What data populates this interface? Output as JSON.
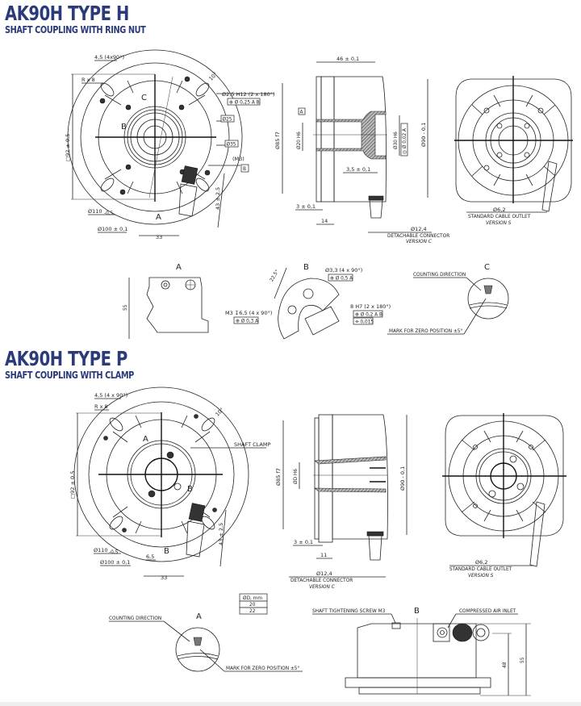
{
  "section_h": {
    "title": "AK90H TYPE H",
    "subtitle": "SHAFT COUPLING WITH RING NUT",
    "front_view": {
      "chamfer": "4,5 (4x90°)",
      "radius": "R x 8",
      "angle": "10°",
      "hole_spec": "Ø2,5 H12 (2 x 180°)",
      "hole_tolerance": "⊕ Ø 0,25 A B",
      "dia_25": "Ø25",
      "dia_35": "Ø35",
      "thread": "(M3)",
      "datum_b": "B",
      "square": "□92 ± 0,5",
      "dia_110": "Ø110",
      "dia_110_tol": "-0,5",
      "dia_100": "Ø100 ± 0,1",
      "width_33": "33",
      "height_43": "43 ± 2,5",
      "view_a": "A",
      "view_b": "B",
      "view_c": "C"
    },
    "side_view": {
      "length_46": "46 ± 0,1",
      "datum_a": "A",
      "dia_85": "Ø85 f7",
      "dia_20": "Ø20 H6",
      "dia_30": "Ø30 H6",
      "dia_30_tol": "◎ Ø 0,02 A",
      "dia_90": "Ø90 - 0,1",
      "depth_35": "3,5 ± 0,1",
      "flange_3": "3 ± 0,1",
      "flange_14": "14",
      "connector_dia": "Ø12,4",
      "connector_label": "DETACHABLE CONNECTOR",
      "connector_version": "VERSION C"
    },
    "rear_view": {
      "cable_dia": "Ø6,2",
      "cable_label": "STANDARD CABLE OUTLET",
      "cable_version": "VERSION S"
    },
    "detail_a": {
      "label": "A",
      "height": "55"
    },
    "detail_b": {
      "label": "B",
      "angle": "22,5°",
      "hole": "Ø3,3 (4 x 90°)",
      "hole_tol": "⊕ Ø 0,5 A",
      "thread": "M3 ↧6,5 (4 x 90°)",
      "thread_tol": "⊕ Ø 0,3 A",
      "slot": "8 H7 (2 x 180°)",
      "slot_tol1": "⊕ Ø 0,2 A B",
      "slot_tol2": "⌯ 0,015"
    },
    "detail_c": {
      "label": "C",
      "counting": "COUNTING DIRECTION",
      "zero_mark": "MARK FOR ZERO POSITION ±5°"
    }
  },
  "section_p": {
    "title": "AK90H TYPE P",
    "subtitle": "SHAFT COUPLING WITH CLAMP",
    "front_view": {
      "chamfer": "4,5 (4 x 90°)",
      "radius": "R x 8",
      "angle": "10°",
      "shaft_clamp": "SHAFT CLAMP",
      "square": "□92 ± 0,5",
      "dia_110": "Ø110",
      "dia_110_tol": "-0,5",
      "dia_100": "Ø100 ± 0,1",
      "width_65": "6,5",
      "width_33": "33",
      "height_43": "43 ± 2,5",
      "view_a": "A",
      "view_b": "B"
    },
    "side_view": {
      "dia_85": "Ø85 f7",
      "dia_d": "ØD H6",
      "dia_90": "Ø90 - 0,1",
      "flange_3": "3 ± 0,1",
      "flange_11": "11",
      "connector_dia": "Ø12,4",
      "connector_label": "DETACHABLE CONNECTOR",
      "connector_version": "VERSION C"
    },
    "rear_view": {
      "cable_dia": "Ø6,2",
      "cable_label": "STANDARD CABLE OUTLET",
      "cable_version": "VERSION S"
    },
    "diameter_table": {
      "header": "ØD, mm",
      "rows": [
        "20",
        "22"
      ]
    },
    "detail_a": {
      "label": "A",
      "counting": "COUNTING DIRECTION",
      "zero_mark": "MARK FOR ZERO POSITION ±5°"
    },
    "detail_b": {
      "label": "B",
      "screw": "SHAFT TIGHTENING SCREW M3",
      "air_inlet": "COMPRESSED AIR INLET",
      "height_48": "48",
      "height_55": "55"
    }
  }
}
